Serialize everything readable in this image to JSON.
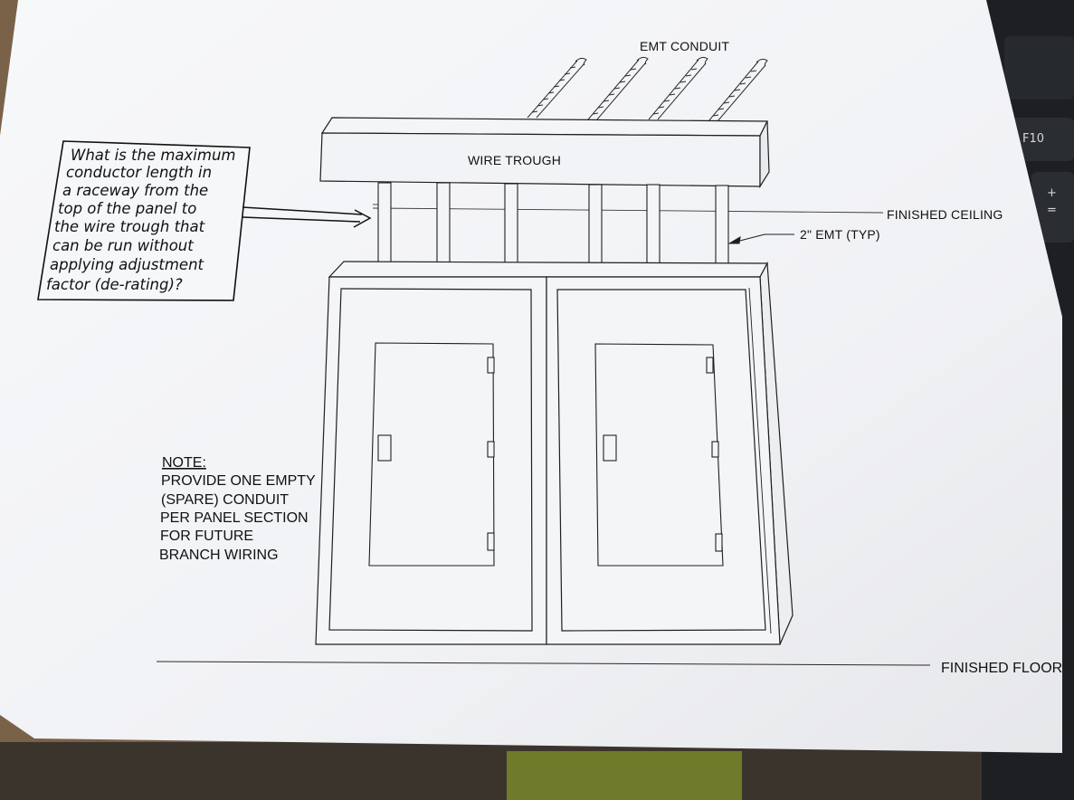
{
  "drawing": {
    "labels": {
      "emt_conduit": "EMT CONDUIT",
      "wire_trough": "WIRE TROUGH",
      "finished_ceiling": "FINISHED CEILING",
      "emt_size": "2\" EMT (TYP)",
      "finished_floor": "FINISHED FLOOR"
    },
    "question_lines": [
      "What is the maximum",
      "conductor length in",
      "a raceway from the",
      "top of the panel to",
      "the wire trough that",
      "can be run without",
      "applying adjustment",
      "factor (de-rating)?"
    ],
    "note": {
      "heading": "NOTE:",
      "lines": [
        "PROVIDE ONE EMPTY",
        "(SPARE) CONDUIT",
        "PER PANEL SECTION",
        "FOR FUTURE",
        "BRANCH WIRING"
      ]
    }
  },
  "keyboard": {
    "keys": [
      "F10",
      "+",
      "="
    ]
  },
  "colors": {
    "paper": "#f4f5f7",
    "ink": "#1a1a1a",
    "desk": "#6f5a44",
    "keyboard": "#1d1f22"
  }
}
